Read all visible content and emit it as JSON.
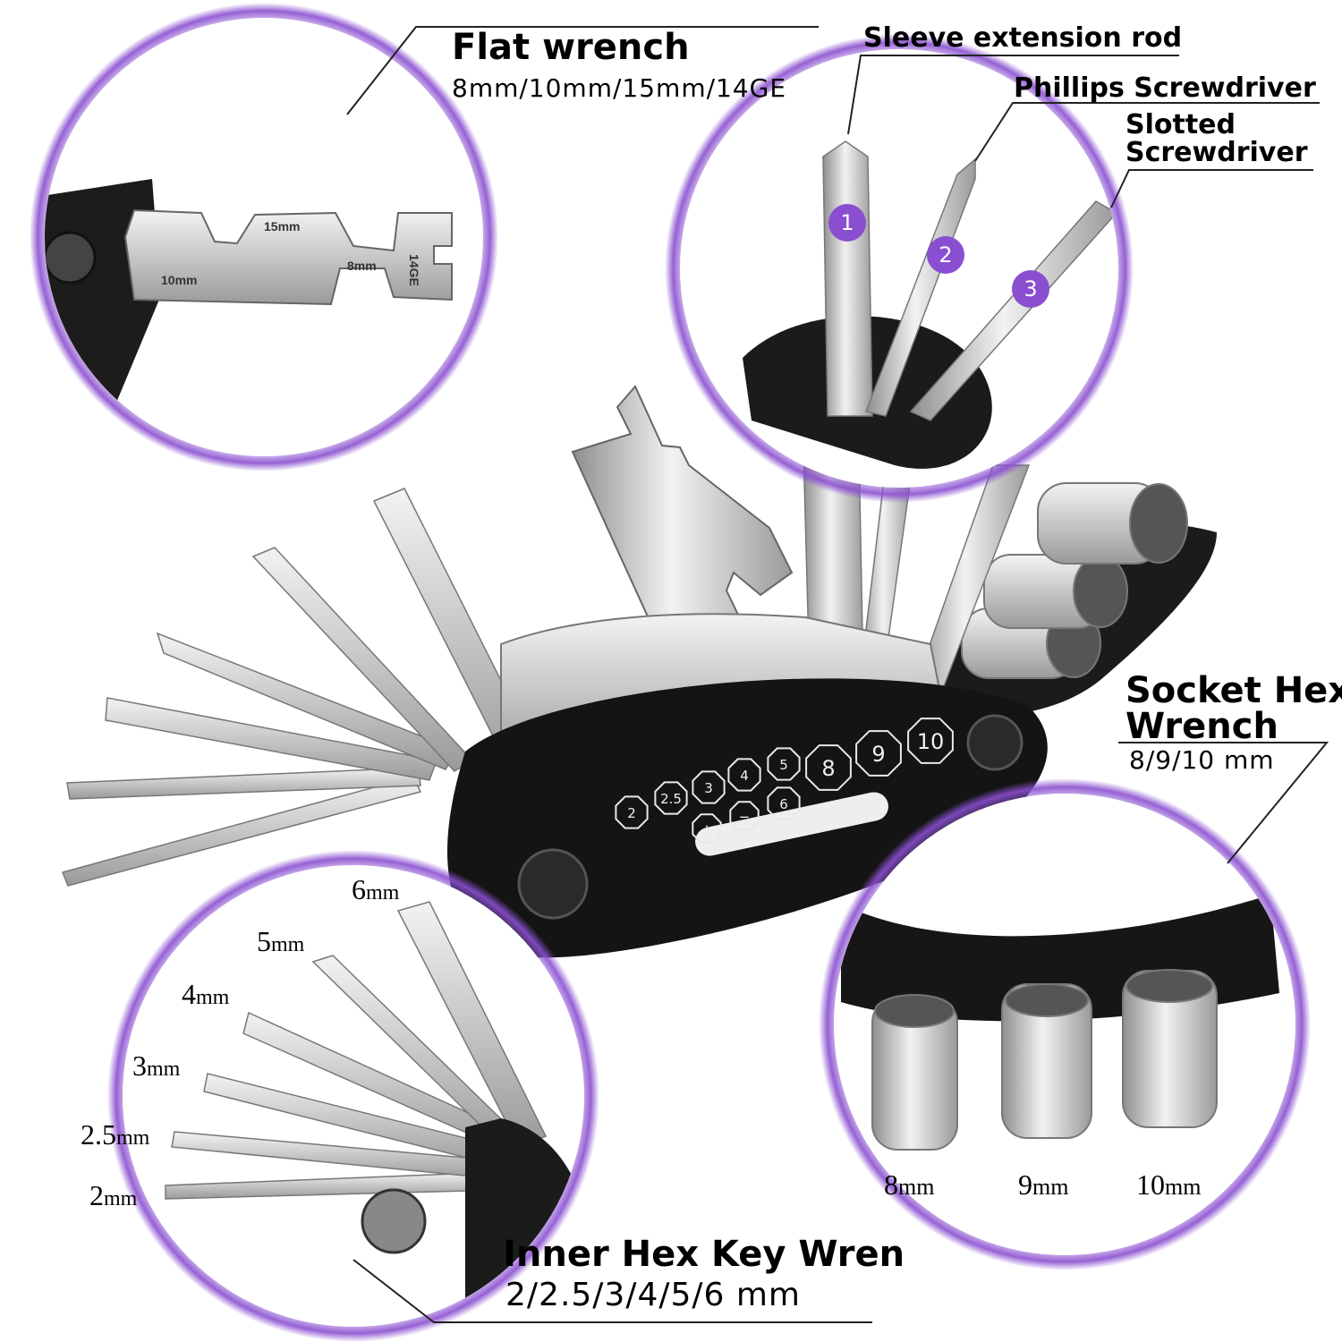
{
  "colors": {
    "accent_purple": "#8a4fd0",
    "metal": "#c9c9c9",
    "body_black": "#1a1a1a"
  },
  "callouts": {
    "flat_wrench": {
      "title": "Flat wrench",
      "spec": "8mm/10mm/15mm/14GE"
    },
    "sleeve_rod": {
      "title": "Sleeve extension rod"
    },
    "phillips": {
      "title": "Phillips Screwdriver"
    },
    "slotted": {
      "line1": "Slotted",
      "line2": "Screwdriver"
    },
    "socket_hex": {
      "line1": "Socket Hex",
      "line2": "Wrench",
      "spec": "8/9/10 mm"
    },
    "inner_hex": {
      "title": "Inner Hex Key Wren",
      "spec": "2/2.5/3/4/5/6 mm"
    }
  },
  "badges": [
    "1",
    "2",
    "3"
  ],
  "wrench_stamps": [
    "15mm",
    "10mm",
    "8mm",
    "14GE"
  ],
  "hex_key_sizes": [
    {
      "num": "6",
      "unit": "mm"
    },
    {
      "num": "5",
      "unit": "mm"
    },
    {
      "num": "4",
      "unit": "mm"
    },
    {
      "num": "3",
      "unit": "mm"
    },
    {
      "num": "2.5",
      "unit": "mm"
    },
    {
      "num": "2",
      "unit": "mm"
    }
  ],
  "socket_sizes": [
    {
      "num": "8",
      "unit": "mm"
    },
    {
      "num": "9",
      "unit": "mm"
    },
    {
      "num": "10",
      "unit": "mm"
    }
  ],
  "body_markings": [
    "2",
    "2.5",
    "3",
    "4",
    "5",
    "6",
    "8",
    "9",
    "10",
    "+",
    "−"
  ]
}
